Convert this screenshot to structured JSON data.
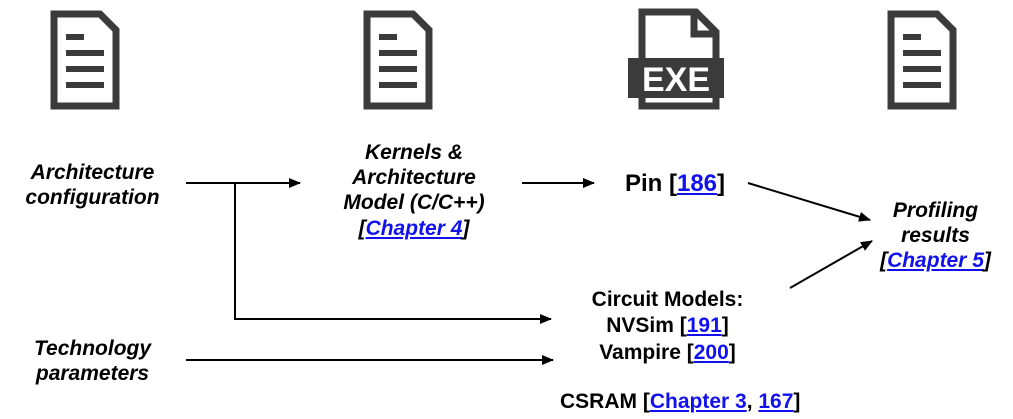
{
  "icons": [
    {
      "name": "document-icon",
      "label": ""
    },
    {
      "name": "document-icon",
      "label": ""
    },
    {
      "name": "exe-file-icon",
      "label": "EXE"
    },
    {
      "name": "document-icon",
      "label": ""
    }
  ],
  "nodes": {
    "arch_config": {
      "line1": "Architecture",
      "line2": "configuration"
    },
    "tech_params": {
      "line1": "Technology",
      "line2": "parameters"
    },
    "kernels": {
      "line1": "Kernels &",
      "line2": "Architecture",
      "line3": "Model (C/C++)",
      "ref_open": "[",
      "ref": "Chapter 4",
      "ref_close": "]"
    },
    "pin": {
      "text": "Pin",
      "ref_open": "[",
      "ref": "186",
      "ref_close": "]"
    },
    "profiling": {
      "line1": "Profiling",
      "line2": "results",
      "ref_open": "[",
      "ref": "Chapter 5",
      "ref_close": "]"
    },
    "circuit": {
      "title": "Circuit Models:",
      "nvsim": "NVSim",
      "nvsim_ref": "191",
      "vampire": "Vampire",
      "vampire_ref": "200",
      "csram": "CSRAM",
      "csram_ref1": "Chapter 3",
      "csram_sep": ", ",
      "csram_ref2": "167",
      "open": "[",
      "close": "]"
    }
  },
  "colors": {
    "link": "#1111ee",
    "icon": "#3b3b3b",
    "text": "#000000"
  }
}
